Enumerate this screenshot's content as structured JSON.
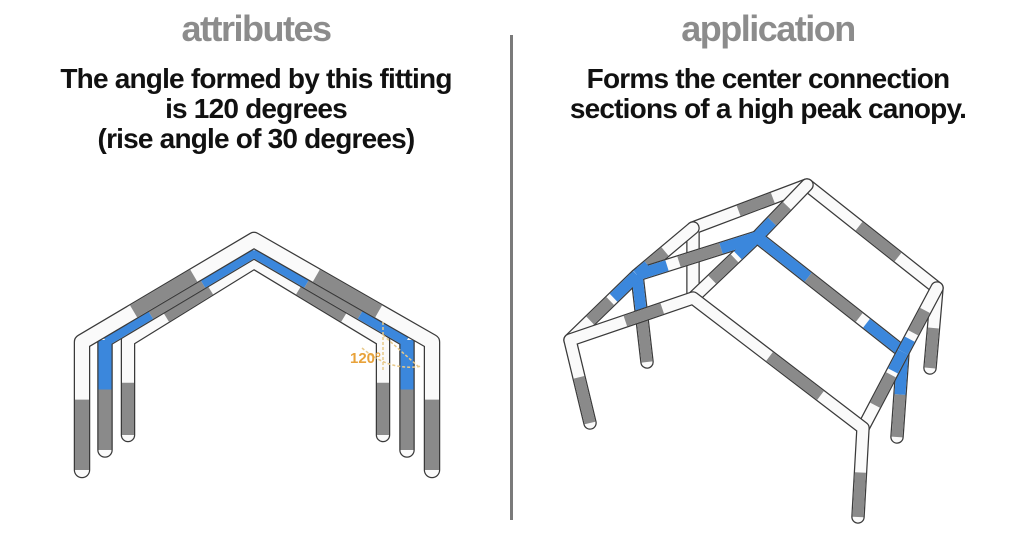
{
  "left": {
    "heading": "attributes",
    "lines": [
      "The angle formed by this fitting",
      "is 120 degrees",
      "(rise angle of 30 degrees)"
    ],
    "angle_label": "120°"
  },
  "right": {
    "heading": "application",
    "lines": [
      "Forms the center connection",
      "sections of a high peak canopy."
    ]
  },
  "colors": {
    "fitting": "#3b87dc",
    "pipe": "#8a8a8a",
    "frame": "#fafafa",
    "angle": "#e8a23a",
    "heading": "#8c8c8c"
  }
}
